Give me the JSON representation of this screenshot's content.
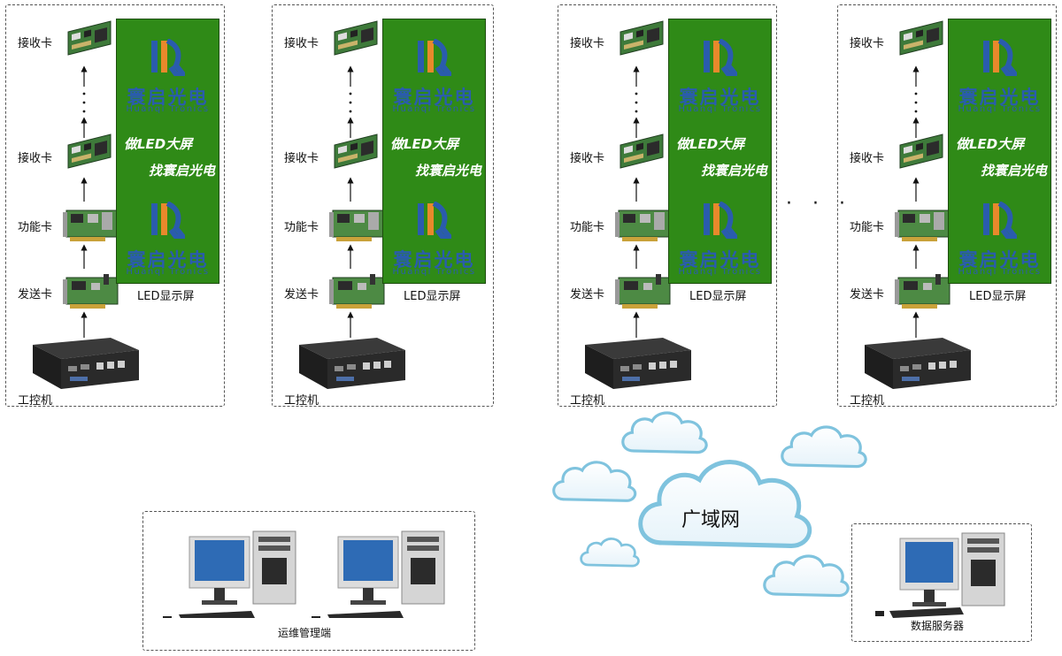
{
  "racks": [
    {
      "receive_top": "接收卡",
      "receive_mid": "接收卡",
      "function_card": "功能卡",
      "send_card": "发送卡",
      "ipc": "工控机",
      "panel": {
        "brand_cn": "寰启光电",
        "brand_en": "Huanqi Tronics",
        "slogan1": "做LED大屏",
        "slogan2": "找寰启光电",
        "label": "LED显示屏"
      }
    },
    {
      "receive_top": "接收卡",
      "receive_mid": "接收卡",
      "function_card": "功能卡",
      "send_card": "发送卡",
      "ipc": "工控机",
      "panel": {
        "brand_cn": "寰启光电",
        "brand_en": "Huanqi Tronics",
        "slogan1": "做LED大屏",
        "slogan2": "找寰启光电",
        "label": "LED显示屏"
      }
    },
    {
      "receive_top": "接收卡",
      "receive_mid": "接收卡",
      "function_card": "功能卡",
      "send_card": "发送卡",
      "ipc": "工控机",
      "panel": {
        "brand_cn": "寰启光电",
        "brand_en": "Huanqi Tronics",
        "slogan1": "做LED大屏",
        "slogan2": "找寰启光电",
        "label": "LED显示屏"
      }
    },
    {
      "receive_top": "接收卡",
      "receive_mid": "接收卡",
      "function_card": "功能卡",
      "send_card": "发送卡",
      "ipc": "工控机",
      "panel": {
        "brand_cn": "寰启光电",
        "brand_en": "Huanqi Tronics",
        "slogan1": "做LED大屏",
        "slogan2": "找寰启光电",
        "label": "LED显示屏"
      }
    }
  ],
  "between_racks_ellipsis": "· · ·",
  "cloud_label": "广域网",
  "ops_label": "运维管理端",
  "server_label": "数据服务器",
  "colors": {
    "panel_green": "#2f8a17",
    "brand_blue": "#2a5cad",
    "logo_orange": "#e8892b",
    "cloud_stroke": "#7fc3de"
  }
}
